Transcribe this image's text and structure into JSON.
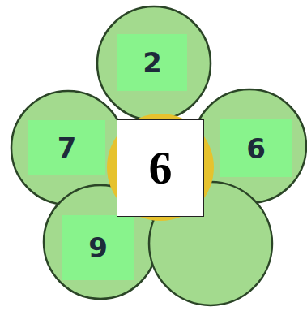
{
  "diagram": {
    "nodes": [
      {
        "text": [
          "2"
        ]
      },
      {
        "text": [
          "7"
        ]
      },
      {
        "text": [
          "6"
        ]
      },
      {
        "text": [
          "6"
        ]
      },
      {
        "text": [
          "9"
        ]
      }
    ]
  }
}
